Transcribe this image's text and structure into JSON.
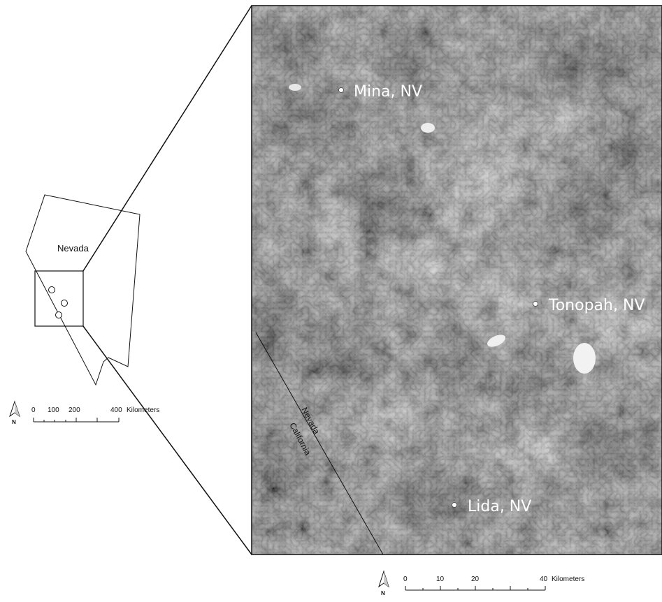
{
  "overview_map": {
    "state_label": "Nevada",
    "scale_bar": {
      "ticks": [
        "0",
        "100",
        "200",
        "400"
      ],
      "unit": "Kilometers"
    },
    "north_arrow_label": "N"
  },
  "detail_map": {
    "towns": [
      {
        "name": "Mina, NV"
      },
      {
        "name": "Tonopah, NV"
      },
      {
        "name": "Lida, NV"
      }
    ],
    "border_labels": {
      "east_side": "Nevada",
      "west_side": "California"
    },
    "scale_bar": {
      "ticks": [
        "0",
        "10",
        "20",
        "40"
      ],
      "unit": "Kilometers"
    },
    "north_arrow_label": "N"
  },
  "colors": {
    "ink": "#111111",
    "town_marker": "#ffffff",
    "imagery_dark": "#2b2b2b",
    "imagery_light": "#d9d9d9"
  }
}
